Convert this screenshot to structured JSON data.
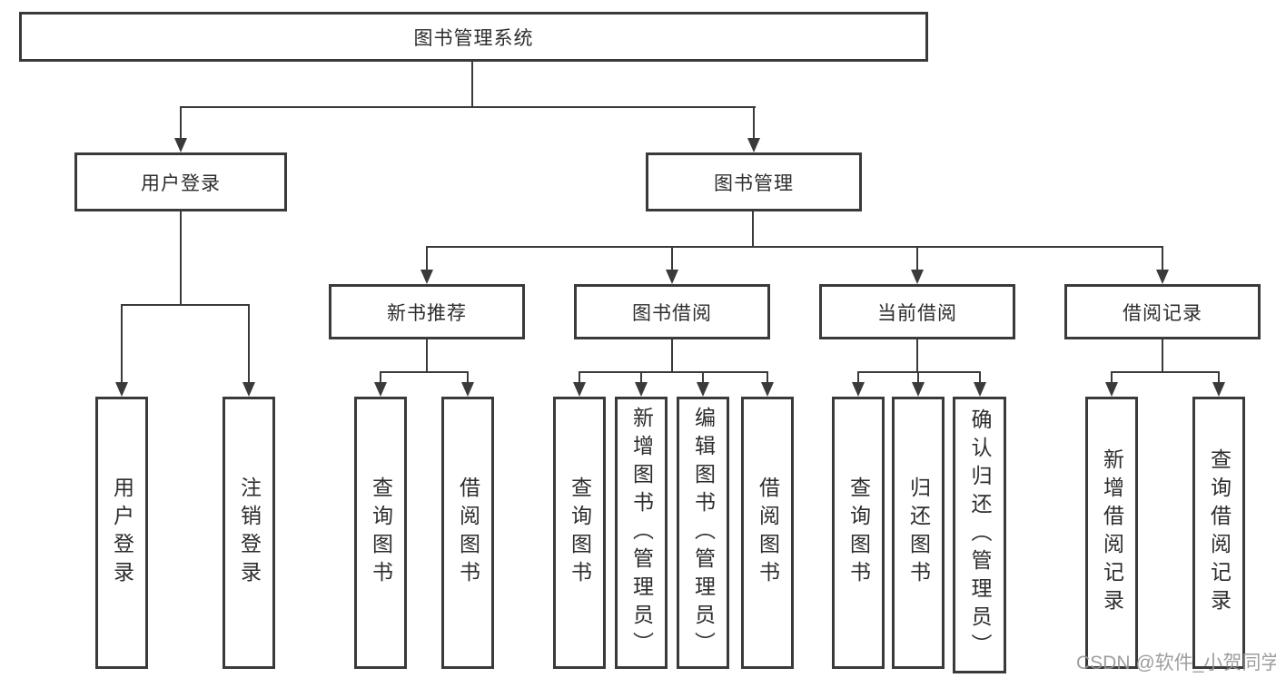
{
  "tree": {
    "root": {
      "label": "图书管理系统"
    },
    "branches": [
      {
        "label": "用户登录",
        "children": [
          {
            "label": "用户登录"
          },
          {
            "label": "注销登录"
          }
        ]
      },
      {
        "label": "图书管理",
        "children": [
          {
            "label": "新书推荐",
            "children": [
              {
                "label": "查询图书"
              },
              {
                "label": "借阅图书"
              }
            ]
          },
          {
            "label": "图书借阅",
            "children": [
              {
                "label": "查询图书"
              },
              {
                "label": "新增图书（管理员）"
              },
              {
                "label": "编辑图书（管理员）"
              },
              {
                "label": "借阅图书"
              }
            ]
          },
          {
            "label": "当前借阅",
            "children": [
              {
                "label": "查询图书"
              },
              {
                "label": "归还图书"
              },
              {
                "label": "确认归还（管理员）"
              }
            ]
          },
          {
            "label": "借阅记录",
            "children": [
              {
                "label": "新增借阅记录"
              },
              {
                "label": "查询借阅记录"
              }
            ]
          }
        ]
      }
    ]
  },
  "watermark": {
    "text": "CSDN @软件_小贺同学"
  },
  "colors": {
    "line": "#3a3a3a",
    "text": "#2d2d2d",
    "watermark": "#969696"
  }
}
